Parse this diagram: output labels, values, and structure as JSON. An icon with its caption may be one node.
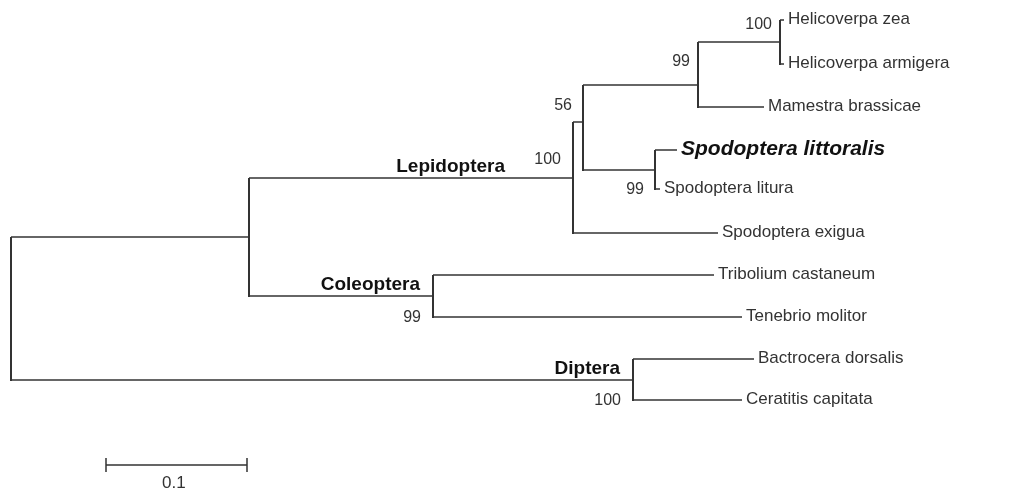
{
  "diagram": {
    "nodes": [
      {
        "text": [],
        "shape": "bar"
      },
      {
        "text": [],
        "shape": "bar"
      },
      {
        "text": [],
        "shape": "bar",
        "beside": [
          "100"
        ]
      },
      {
        "text": [],
        "shape": "bar",
        "beside": [
          "56"
        ]
      },
      {
        "text": [],
        "shape": "bar",
        "beside": [
          "99"
        ]
      },
      {
        "text": [],
        "shape": "bar",
        "beside": [
          "100"
        ]
      },
      {
        "text": [
          "Helicoverpa zea"
        ]
      },
      {
        "text": [
          "Helicoverpa armigera"
        ]
      },
      {
        "text": [
          "Mamestra brassicae"
        ]
      },
      {
        "text": [],
        "shape": "bar",
        "beside": [
          "99"
        ]
      },
      {
        "text": [
          "Spodoptera littoralis"
        ]
      },
      {
        "text": [
          "Spodoptera litura"
        ]
      },
      {
        "text": [
          "Spodoptera exigua"
        ]
      },
      {
        "text": [],
        "shape": "bar",
        "beside": [
          "99"
        ]
      },
      {
        "text": [
          "Tribolium castaneum"
        ]
      },
      {
        "text": [
          "Tenebrio molitor"
        ]
      },
      {
        "text": [],
        "shape": "bar",
        "beside": [
          "100"
        ]
      },
      {
        "text": [
          "Bactrocera dorsalis"
        ]
      },
      {
        "text": [
          "Ceratitis capitata"
        ]
      }
    ],
    "edges": [
      {
        "from": 0,
        "to": 1,
        "arrow": "none"
      },
      {
        "from": 1,
        "to": 2,
        "arrow": "none",
        "label": "Lepidoptera"
      },
      {
        "from": 2,
        "to": 3,
        "arrow": "none"
      },
      {
        "from": 3,
        "to": 4,
        "arrow": "none"
      },
      {
        "from": 4,
        "to": 5,
        "arrow": "none"
      },
      {
        "from": 5,
        "to": 6,
        "arrow": "none"
      },
      {
        "from": 5,
        "to": 7,
        "arrow": "none"
      },
      {
        "from": 4,
        "to": 8,
        "arrow": "none"
      },
      {
        "from": 3,
        "to": 9,
        "arrow": "none"
      },
      {
        "from": 9,
        "to": 10,
        "arrow": "none"
      },
      {
        "from": 9,
        "to": 11,
        "arrow": "none"
      },
      {
        "from": 2,
        "to": 12,
        "arrow": "none"
      },
      {
        "from": 1,
        "to": 13,
        "arrow": "none",
        "label": "Coleoptera"
      },
      {
        "from": 13,
        "to": 14,
        "arrow": "none"
      },
      {
        "from": 13,
        "to": 15,
        "arrow": "none"
      },
      {
        "from": 0,
        "to": 16,
        "arrow": "none",
        "label": "Diptera"
      },
      {
        "from": 16,
        "to": 17,
        "arrow": "none"
      },
      {
        "from": 16,
        "to": 18,
        "arrow": "none"
      }
    ],
    "labels": [
      "0.1"
    ]
  }
}
